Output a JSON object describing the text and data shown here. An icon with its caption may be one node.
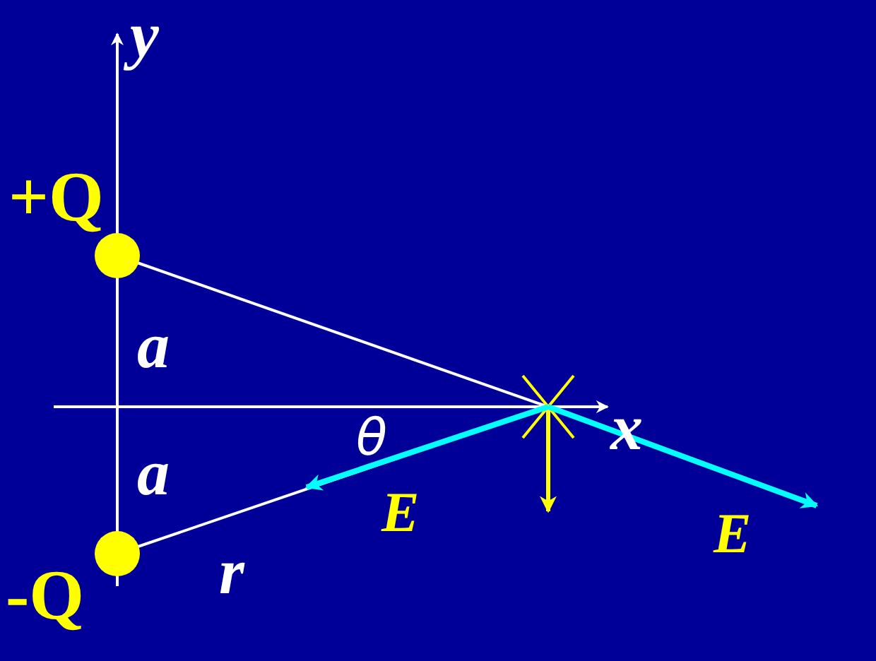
{
  "diagram": {
    "nodes": [
      {
        "text": [],
        "shape": "circle",
        "beside": [
          "+Q"
        ]
      },
      {
        "text": [],
        "shape": "circle",
        "beside": [
          "-Q"
        ]
      }
    ],
    "labels": [
      "y",
      "a",
      "x",
      "a",
      "θ",
      "E",
      "E",
      "r"
    ]
  }
}
